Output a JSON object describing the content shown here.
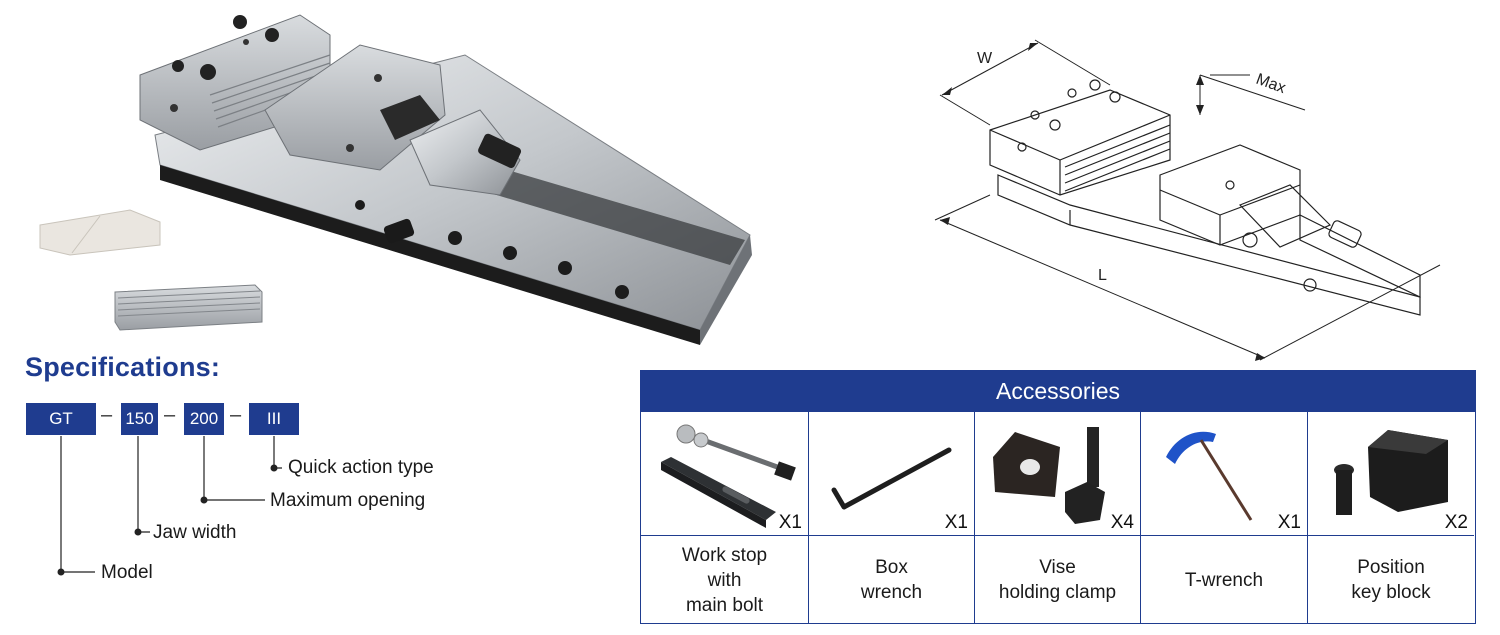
{
  "specifications": {
    "title": "Specifications:",
    "code": {
      "model": "GT",
      "jaw_width": "150",
      "max_opening": "200",
      "type": "III",
      "separator": "–"
    },
    "labels": {
      "type": "Quick action type",
      "max_opening": "Maximum opening",
      "jaw_width": "Jaw width",
      "model": "Model"
    }
  },
  "drawing": {
    "dim_w": "W",
    "dim_max": "Max",
    "dim_l": "L"
  },
  "accessories": {
    "title": "Accessories",
    "items": [
      {
        "name": "Work stop\nwith\nmain bolt",
        "qty": "X1",
        "icon": "work-stop-icon"
      },
      {
        "name": "Box\nwrench",
        "qty": "X1",
        "icon": "box-wrench-icon"
      },
      {
        "name": "Vise\nholding clamp",
        "qty": "X4",
        "icon": "vise-clamp-icon"
      },
      {
        "name": "T-wrench",
        "qty": "X1",
        "icon": "t-wrench-icon"
      },
      {
        "name": "Position\nkey block",
        "qty": "X2",
        "icon": "key-block-icon"
      }
    ]
  },
  "colors": {
    "brand_blue": "#1f3c8f",
    "steel": "#c9ccd0",
    "dark_steel": "#2b2b2b"
  }
}
